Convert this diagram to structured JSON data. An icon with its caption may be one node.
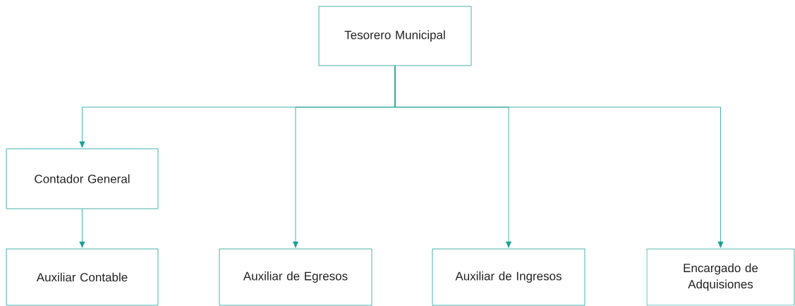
{
  "diagram": {
    "nodes": [
      {
        "text": [
          "Tesorero Municipal"
        ]
      },
      {
        "text": [
          "Contador General"
        ]
      },
      {
        "text": [
          "Auxiliar Contable"
        ]
      },
      {
        "text": [
          "Auxiliar de Egresos"
        ]
      },
      {
        "text": [
          "Auxiliar de Ingresos"
        ]
      },
      {
        "text": [
          "Encargado de Adquisiones"
        ]
      }
    ],
    "edges": [
      {
        "from": 0,
        "to": 1,
        "arrow": "to"
      },
      {
        "from": 0,
        "to": 3,
        "arrow": "to"
      },
      {
        "from": 0,
        "to": 4,
        "arrow": "to"
      },
      {
        "from": 0,
        "to": 5,
        "arrow": "to"
      },
      {
        "from": 1,
        "to": 2,
        "arrow": "to"
      }
    ]
  }
}
